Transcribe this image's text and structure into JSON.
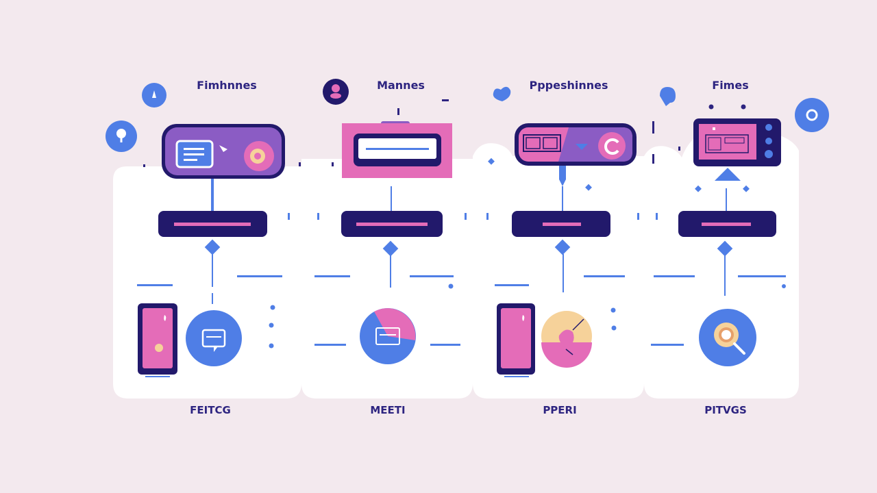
{
  "diagram": {
    "columns": [
      {
        "title": "Fimhnnes",
        "caption": "FEITCG"
      },
      {
        "title": "Mannes",
        "caption": "MEETI"
      },
      {
        "title": "Pppeshinnes",
        "caption": "PPERI"
      },
      {
        "title": "Fimes",
        "caption": "PITVGS"
      }
    ]
  },
  "colors": {
    "background": "#f3e9ee",
    "panel": "#ffffff",
    "navy": "#22196b",
    "pink": "#e46cb8",
    "purple": "#8b5cc4",
    "blue": "#4f7ee6",
    "peach": "#f6d29a"
  },
  "icons": [
    "document-icon",
    "browser-window-icon",
    "monitor-icon",
    "phone-icon",
    "chat-bubble-icon",
    "search-icon",
    "location-pin-icon"
  ]
}
